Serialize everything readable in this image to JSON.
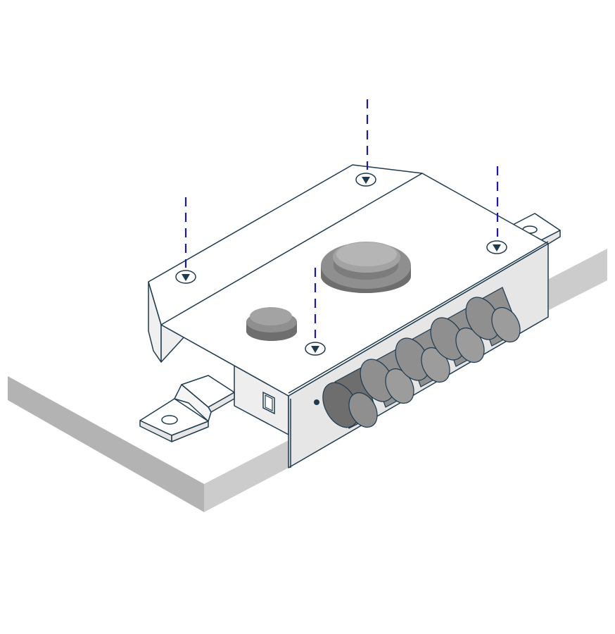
{
  "figure": {
    "description_kind": "isometric installation diagram",
    "colors": {
      "outline": "#1e3a4f",
      "lock_top": "#ffffff",
      "lock_front": "#e6e6e6",
      "lock_side": "#f0f0f0",
      "door_top": "#ffffff",
      "door_front": "#b3b3b3",
      "door_side": "#cccccc",
      "knob_dark": "#6e6e6e",
      "knob_mid": "#8f8f8f",
      "knob_light": "#b5b5b5",
      "guide_line": "#1a1aa6"
    },
    "icons": {
      "mounting_hole": "screw-hole-icon",
      "bolt": "cylinder-bolt-icon",
      "cylinder": "lock-cylinder-icon",
      "knob": "knob-icon",
      "keyhole_window": "square-window-icon"
    },
    "counts": {
      "mounting_holes": 4,
      "bolts": 5,
      "guide_lines": 4
    }
  }
}
